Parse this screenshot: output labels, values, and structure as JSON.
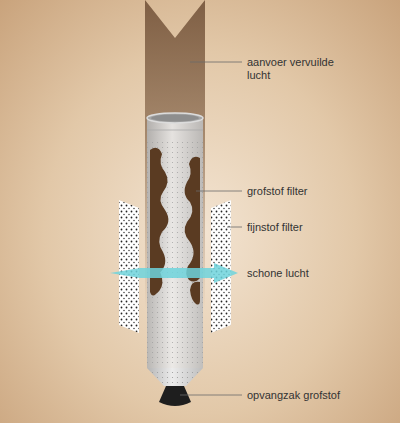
{
  "diagram": {
    "labels": [
      "aanvoer vervuilde lucht",
      "grofstof filter",
      "fijnstof filter",
      "schone lucht",
      "opvangzak grofstof"
    ]
  }
}
